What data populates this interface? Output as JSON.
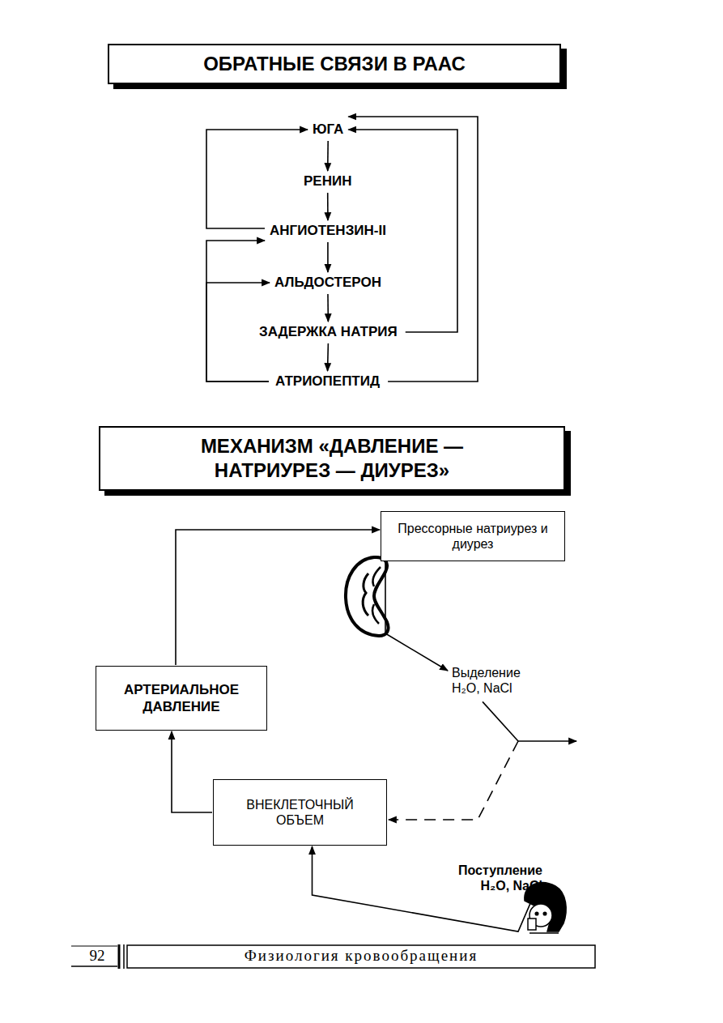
{
  "diagram": {
    "nodes": [
      {
        "text": [
          "ОБРАТНЫЕ СВЯЗИ В РААС"
        ]
      },
      {
        "text": [
          "ЮГА"
        ]
      },
      {
        "text": [
          "РЕНИН"
        ]
      },
      {
        "text": [
          "АНГИОТЕНЗИН-II"
        ]
      },
      {
        "text": [
          "АЛЬДОСТЕРОН"
        ]
      },
      {
        "text": [
          "ЗАДЕРЖКА НАТРИЯ"
        ]
      },
      {
        "text": [
          "АТРИОПЕПТИД"
        ]
      },
      {
        "text": [
          "МЕХАНИЗМ «ДАВЛЕНИЕ — НАТРИУРЕЗ — ДИУРЕЗ»"
        ]
      },
      {
        "text": [
          "Прессорные натриурез и диурез"
        ]
      },
      {
        "text": [
          "Выделение H₂O, NaCl"
        ]
      },
      {
        "text": [
          "АРТЕРИАЛЬНОЕ ДАВЛЕНИЕ"
        ]
      },
      {
        "text": [
          "ВНЕКЛЕТОЧНЫЙ ОБЪЕМ"
        ]
      },
      {
        "text": [
          "Поступление H₂O, NaCl"
        ]
      }
    ],
    "edges": [
      {
        "from": 1,
        "to": 2,
        "arrow": "to"
      },
      {
        "from": 2,
        "to": 3,
        "arrow": "to"
      },
      {
        "from": 3,
        "to": 4,
        "arrow": "to"
      },
      {
        "from": 4,
        "to": 5,
        "arrow": "to"
      },
      {
        "from": 5,
        "to": 6,
        "arrow": "to"
      },
      {
        "from": 3,
        "to": 1,
        "arrow": "to"
      },
      {
        "from": 5,
        "to": 1,
        "arrow": "to"
      },
      {
        "from": 6,
        "to": 1,
        "arrow": "to"
      },
      {
        "from": 6,
        "to": 3,
        "arrow": "to"
      },
      {
        "from": 6,
        "to": 4,
        "arrow": "to"
      },
      {
        "from": 10,
        "to": 8,
        "arrow": "to"
      },
      {
        "from": 8,
        "to": 9,
        "arrow": "to"
      },
      {
        "from": 9,
        "to": 11,
        "arrow": "to"
      },
      {
        "from": 11,
        "to": 10,
        "arrow": "to"
      },
      {
        "from": 12,
        "to": 11,
        "arrow": "to"
      }
    ],
    "labels": [
      "92",
      "Физиология кровообращения"
    ]
  }
}
